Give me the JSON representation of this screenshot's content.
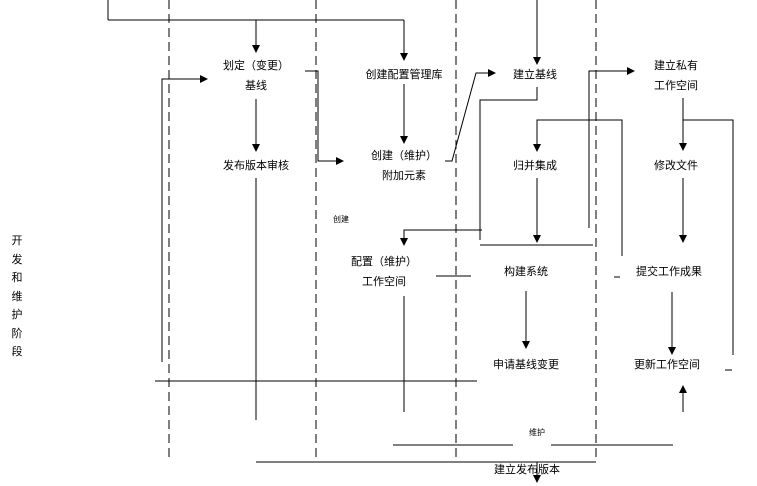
{
  "stage_label": [
    "开",
    "发",
    "和",
    "维",
    "护",
    "阶",
    "段"
  ],
  "nodes": {
    "define_baseline": {
      "line1": "划定（变更）",
      "line2": "基线"
    },
    "create_cm_library": {
      "line1": "创建配置管理库"
    },
    "establish_baseline": {
      "line1": "建立基线"
    },
    "establish_private_ws": {
      "line1": "建立私有",
      "line2": "工作空间"
    },
    "release_review": {
      "line1": "发布版本审核"
    },
    "create_additional": {
      "line1": "创建（维护）",
      "line2": "附加元素"
    },
    "merge_integrate": {
      "line1": "归并集成"
    },
    "modify_files": {
      "line1": "修改文件"
    },
    "configure_ws": {
      "line1": "配置（维护）",
      "line2": "工作空间"
    },
    "build_system": {
      "line1": "构建系统"
    },
    "submit_results": {
      "line1": "提交工作成果"
    },
    "request_baseline_change": {
      "line1": "申请基线变更"
    },
    "update_ws": {
      "line1": "更新工作空间"
    },
    "create_release": {
      "line1": "建立发布版本"
    }
  },
  "edge_labels": {
    "create": "创建",
    "maintain": "维护"
  }
}
